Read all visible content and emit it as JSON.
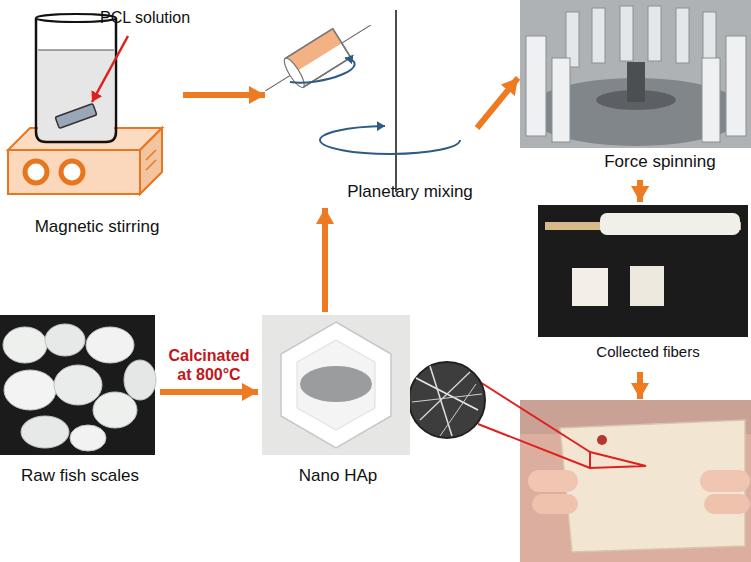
{
  "diagram": {
    "nodes": [
      {
        "text": [
          "Magnetic stirring"
        ]
      },
      {
        "text": [
          "Planetary mixing"
        ]
      },
      {
        "text": [
          "Force spinning"
        ]
      },
      {
        "text": [
          "Collected fibers"
        ]
      },
      {
        "text": [
          "Raw fish scales"
        ]
      },
      {
        "text": [
          "Nano HAp"
        ]
      }
    ],
    "edges": [
      {
        "from": 0,
        "to": 1,
        "arrow": "to"
      },
      {
        "from": 1,
        "to": 2,
        "arrow": "to"
      },
      {
        "from": 2,
        "to": 3,
        "arrow": "to"
      },
      {
        "from": 4,
        "to": 5,
        "label": "Calcinated at 800°C",
        "arrow": "to"
      },
      {
        "from": 5,
        "to": 1,
        "arrow": "to"
      }
    ],
    "labels": [
      "PCL solution"
    ]
  }
}
